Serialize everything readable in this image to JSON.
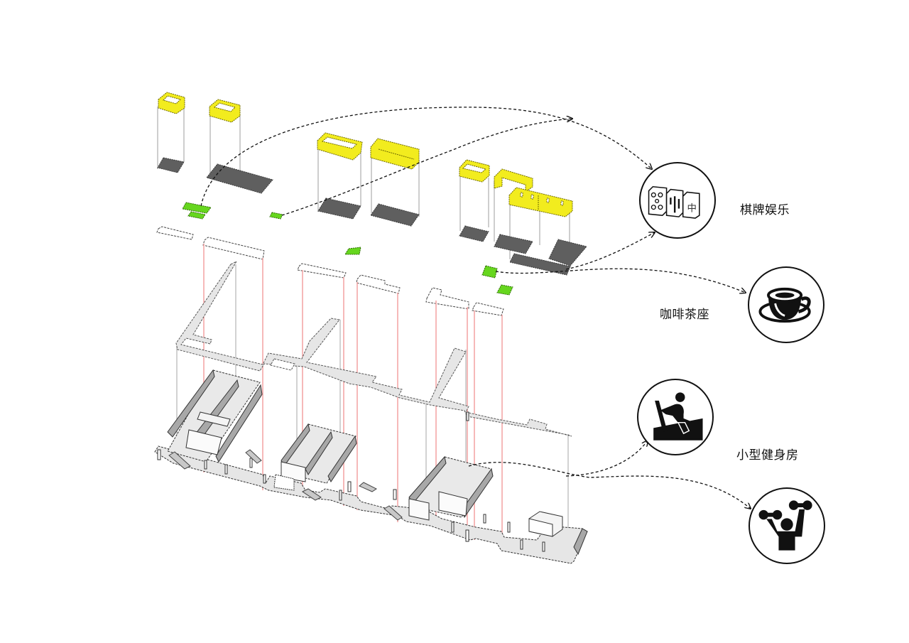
{
  "diagram": {
    "title": "",
    "colors": {
      "yellow_volume": "#f2ec1e",
      "yellow_edge": "#7a7400",
      "green_pad": "#66d61e",
      "dark_footprint": "#5f5f5f",
      "floor_fill": "#e6e6e6",
      "wall_fill": "#a8a8a8",
      "red_projection": "#f29a9a",
      "grey_projection": "#9a9a9a",
      "arrow": "#111111"
    },
    "functions": [
      {
        "id": "chess-cards",
        "label": "棋牌娱乐",
        "icon": "mahjong-tiles-icon"
      },
      {
        "id": "cafe-tea",
        "label": "咖啡茶座",
        "icon": "coffee-cup-icon"
      },
      {
        "id": "small-gym",
        "label": "小型健身房",
        "icon": "exercise-bike-icon",
        "icon2": "dumbbell-lifter-icon"
      }
    ],
    "mahjong_tile_center_glyph": "中"
  }
}
